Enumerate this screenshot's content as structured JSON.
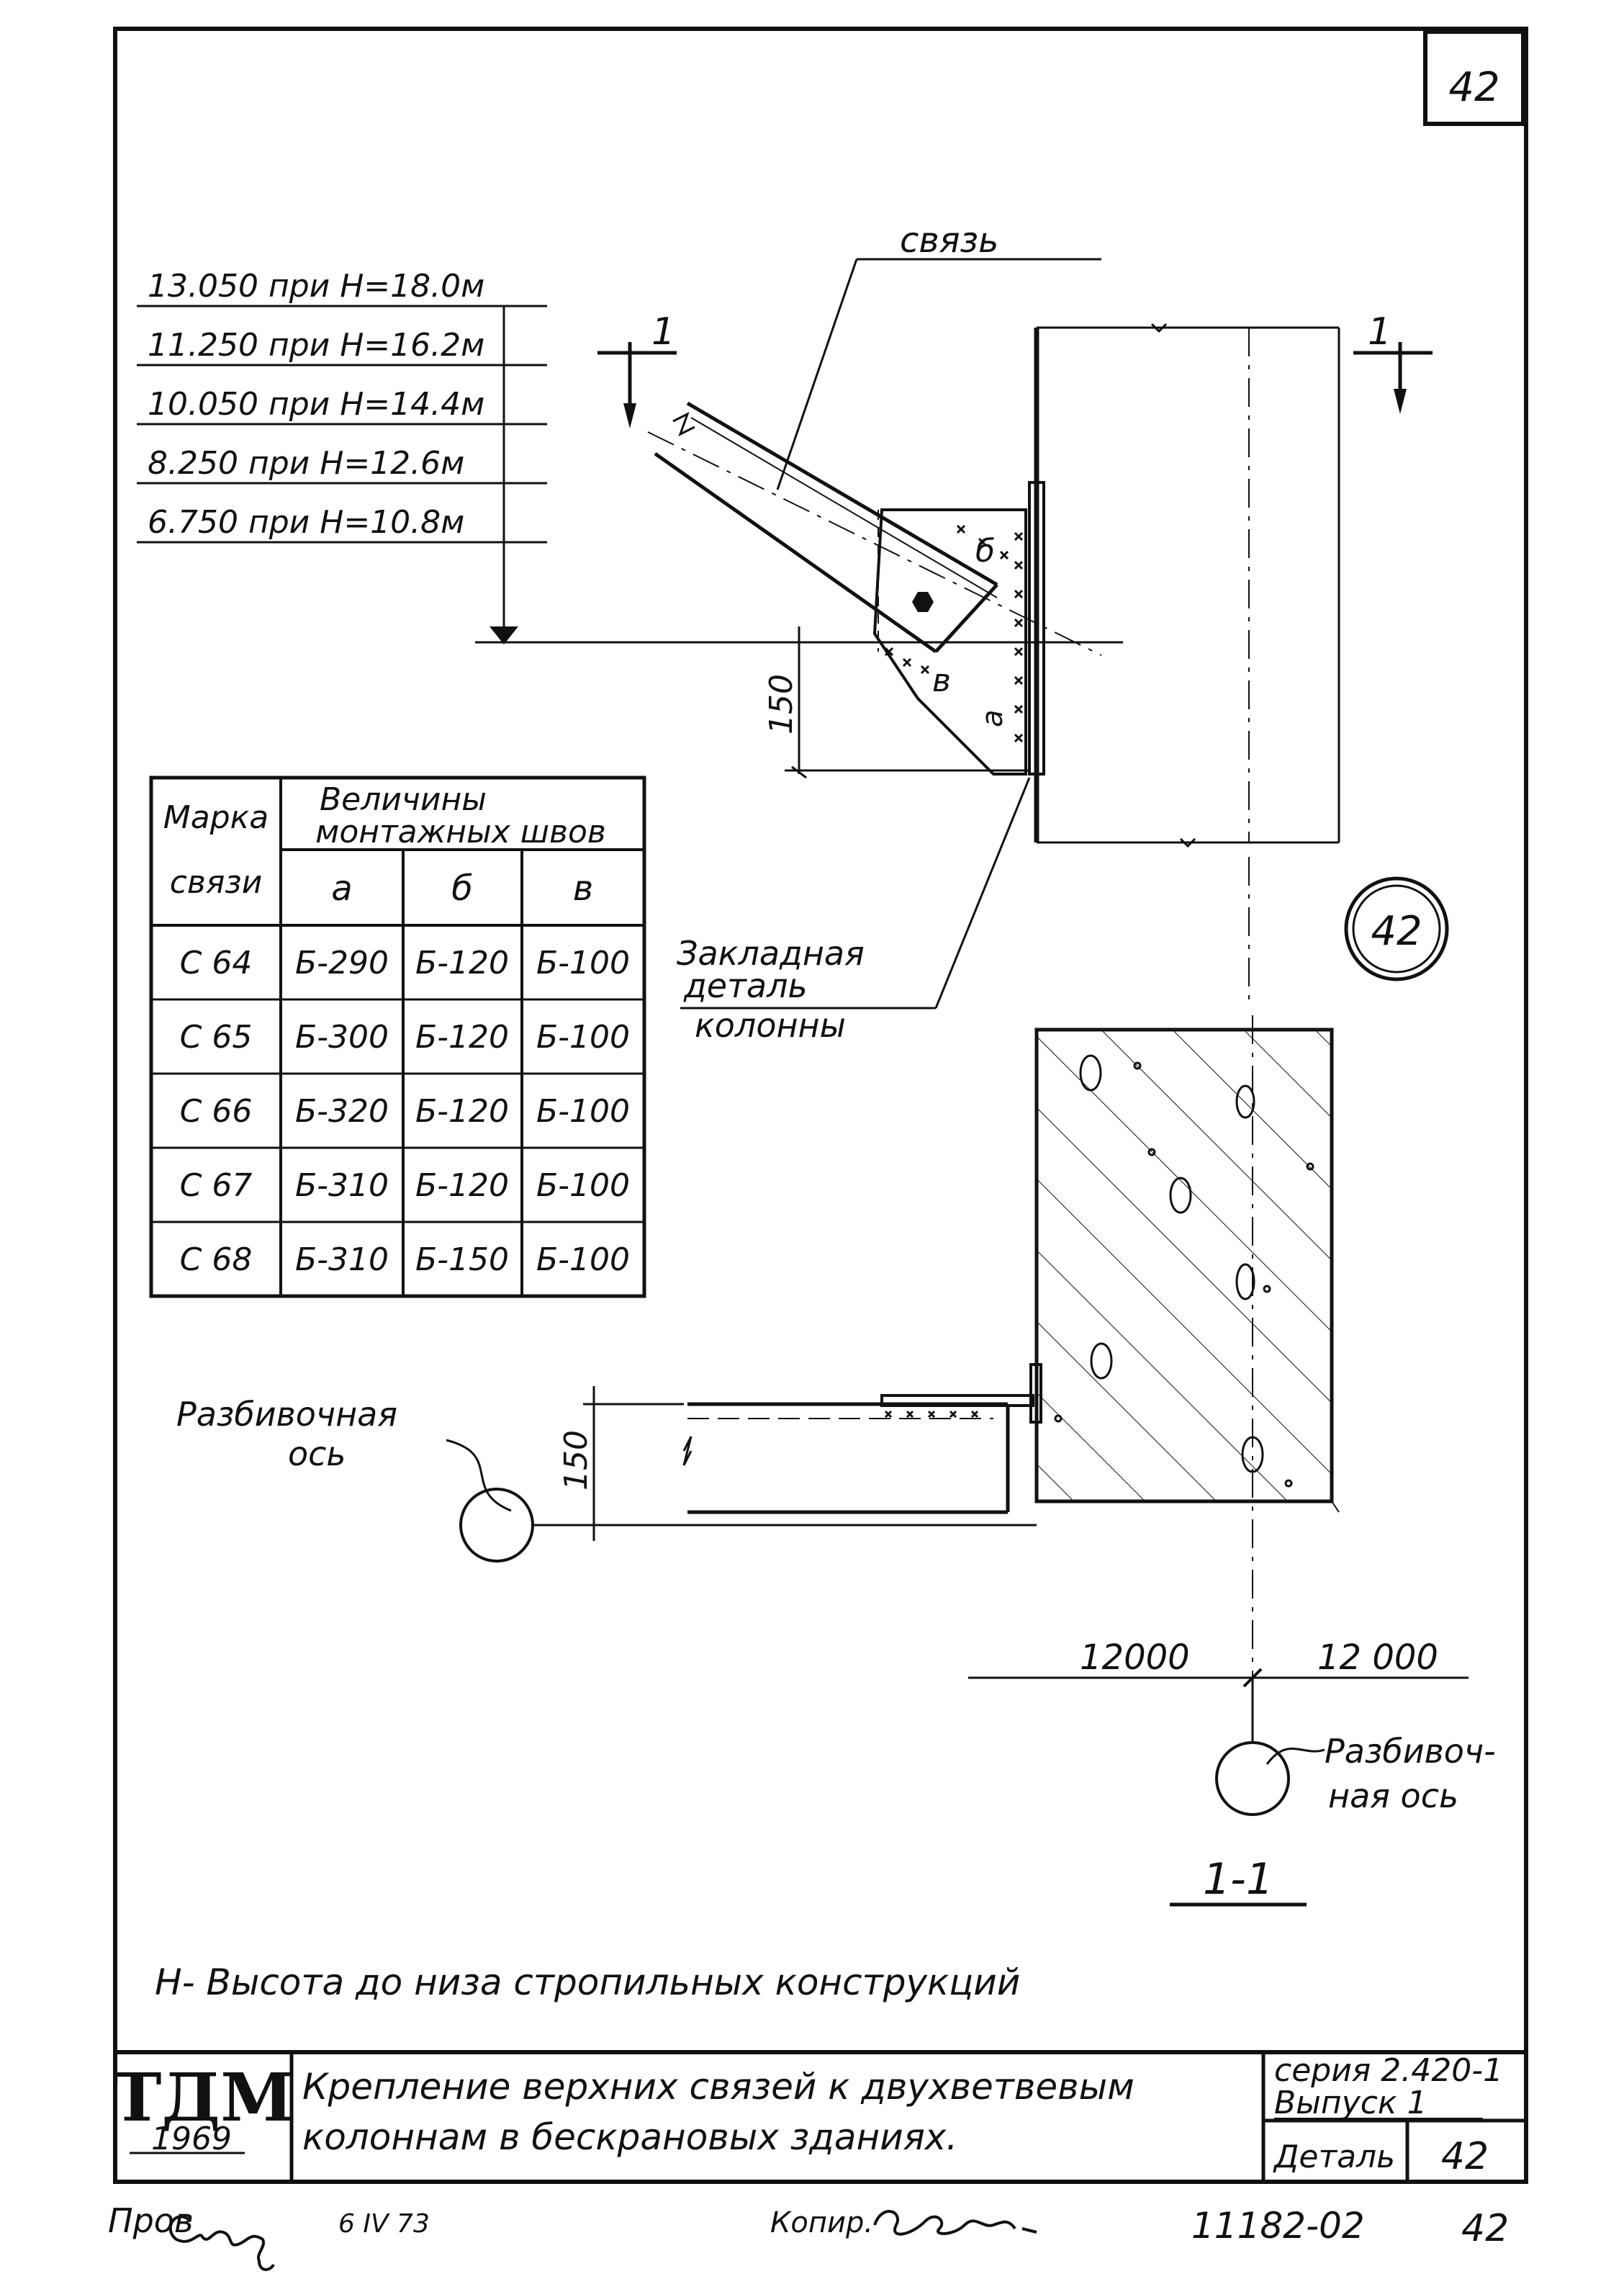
{
  "sheet": {
    "number": "42"
  },
  "elevations": [
    "13.050 при H=18.0м",
    "11.250 при H=16.2м",
    "10.050 при H=14.4м",
    "8.250 при H=12.6м",
    "6.750 при H=10.8м"
  ],
  "labels": {
    "brace": "связь",
    "section_marker": "1",
    "weld_a": "а",
    "weld_b": "б",
    "weld_v": "в",
    "dim_top": "150",
    "dim_bottom": "150",
    "embedded_part": [
      "Закладная",
      "деталь",
      "колонны"
    ],
    "detail_callout": "42",
    "axis_left": [
      "Разбивочная",
      "ось"
    ],
    "axis_right": [
      "Разбивоч-",
      "ная ось"
    ],
    "span_left": "12000",
    "span_right": "12 000",
    "section_title": "1-1",
    "note": "H- Высота до низа стропильных конструкций"
  },
  "weld_table": {
    "header_mark": [
      "Марка",
      "связи"
    ],
    "header_group": [
      "Величины",
      "монтажных швов"
    ],
    "columns": [
      "а",
      "б",
      "в"
    ],
    "rows": [
      [
        "С 64",
        "Б-290",
        "Б-120",
        "Б-100"
      ],
      [
        "С 65",
        "Б-300",
        "Б-120",
        "Б-100"
      ],
      [
        "С 66",
        "Б-320",
        "Б-120",
        "Б-100"
      ],
      [
        "С 67",
        "Б-310",
        "Б-120",
        "Б-100"
      ],
      [
        "С 68",
        "Б-310",
        "Б-150",
        "Б-100"
      ]
    ]
  },
  "title_block": {
    "org": "ТДМ",
    "year": "1969",
    "title_line1": "Крепление верхних связей к двухветвевым",
    "title_line2": "колоннам в бескрановых зданиях.",
    "series": "серия 2.420-1",
    "issue": "Выпуск 1",
    "detail_label": "Деталь",
    "detail_number": "42"
  },
  "footer": {
    "checked": "Пров",
    "date": "6 IV 73",
    "copied": "Копир.",
    "doc_number": "11182-02",
    "page": "42"
  }
}
